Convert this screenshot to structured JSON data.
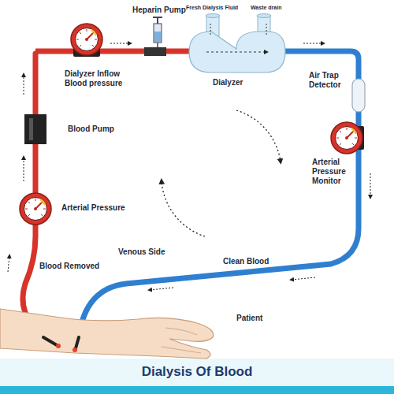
{
  "diagram": {
    "title": "Dialysis Of Blood",
    "labels": [
      "Heparin Pump",
      "Fresh Dialysis Fluid",
      "Waste drain",
      "Dialyzer Inflow Blood pressure",
      "Dialyzer",
      "Air Trap Detector",
      "Arterial Pressure Monitor",
      "Blood Pump",
      "Arterial Pressure",
      "Venous Side",
      "Clean Blood",
      "Blood Removed",
      "Patient"
    ]
  }
}
